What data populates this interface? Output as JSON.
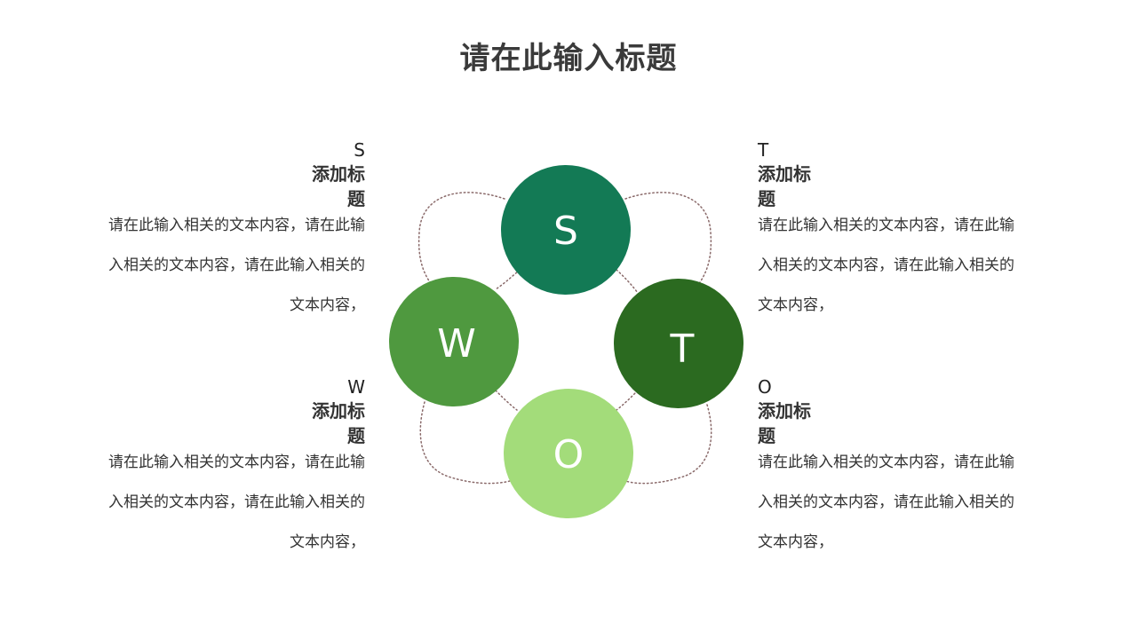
{
  "title": "请在此输入标题",
  "circles": [
    {
      "id": "s",
      "letter": "S",
      "color": "#137a55"
    },
    {
      "id": "w",
      "letter": "W",
      "color": "#4f993f"
    },
    {
      "id": "t",
      "letter": "T",
      "color": "#2b6a20"
    },
    {
      "id": "o",
      "letter": "O",
      "color": "#a3dc7a"
    }
  ],
  "blocks": {
    "s": {
      "letter": "S",
      "heading": "添加标题",
      "body": "请在此输入相关的文本内容，请在此输入相关的文本内容，请在此输入相关的文本内容，"
    },
    "t": {
      "letter": "T",
      "heading": "添加标题",
      "body": "请在此输入相关的文本内容，请在此输入相关的文本内容，请在此输入相关的文本内容，"
    },
    "w": {
      "letter": "W",
      "heading": "添加标题",
      "body": "请在此输入相关的文本内容，请在此输入相关的文本内容，请在此输入相关的文本内容，"
    },
    "o": {
      "letter": "O",
      "heading": "添加标题",
      "body": "请在此输入相关的文本内容，请在此输入相关的文本内容，请在此输入相关的文本内容，"
    }
  },
  "connector_color": "#8a6a6a"
}
